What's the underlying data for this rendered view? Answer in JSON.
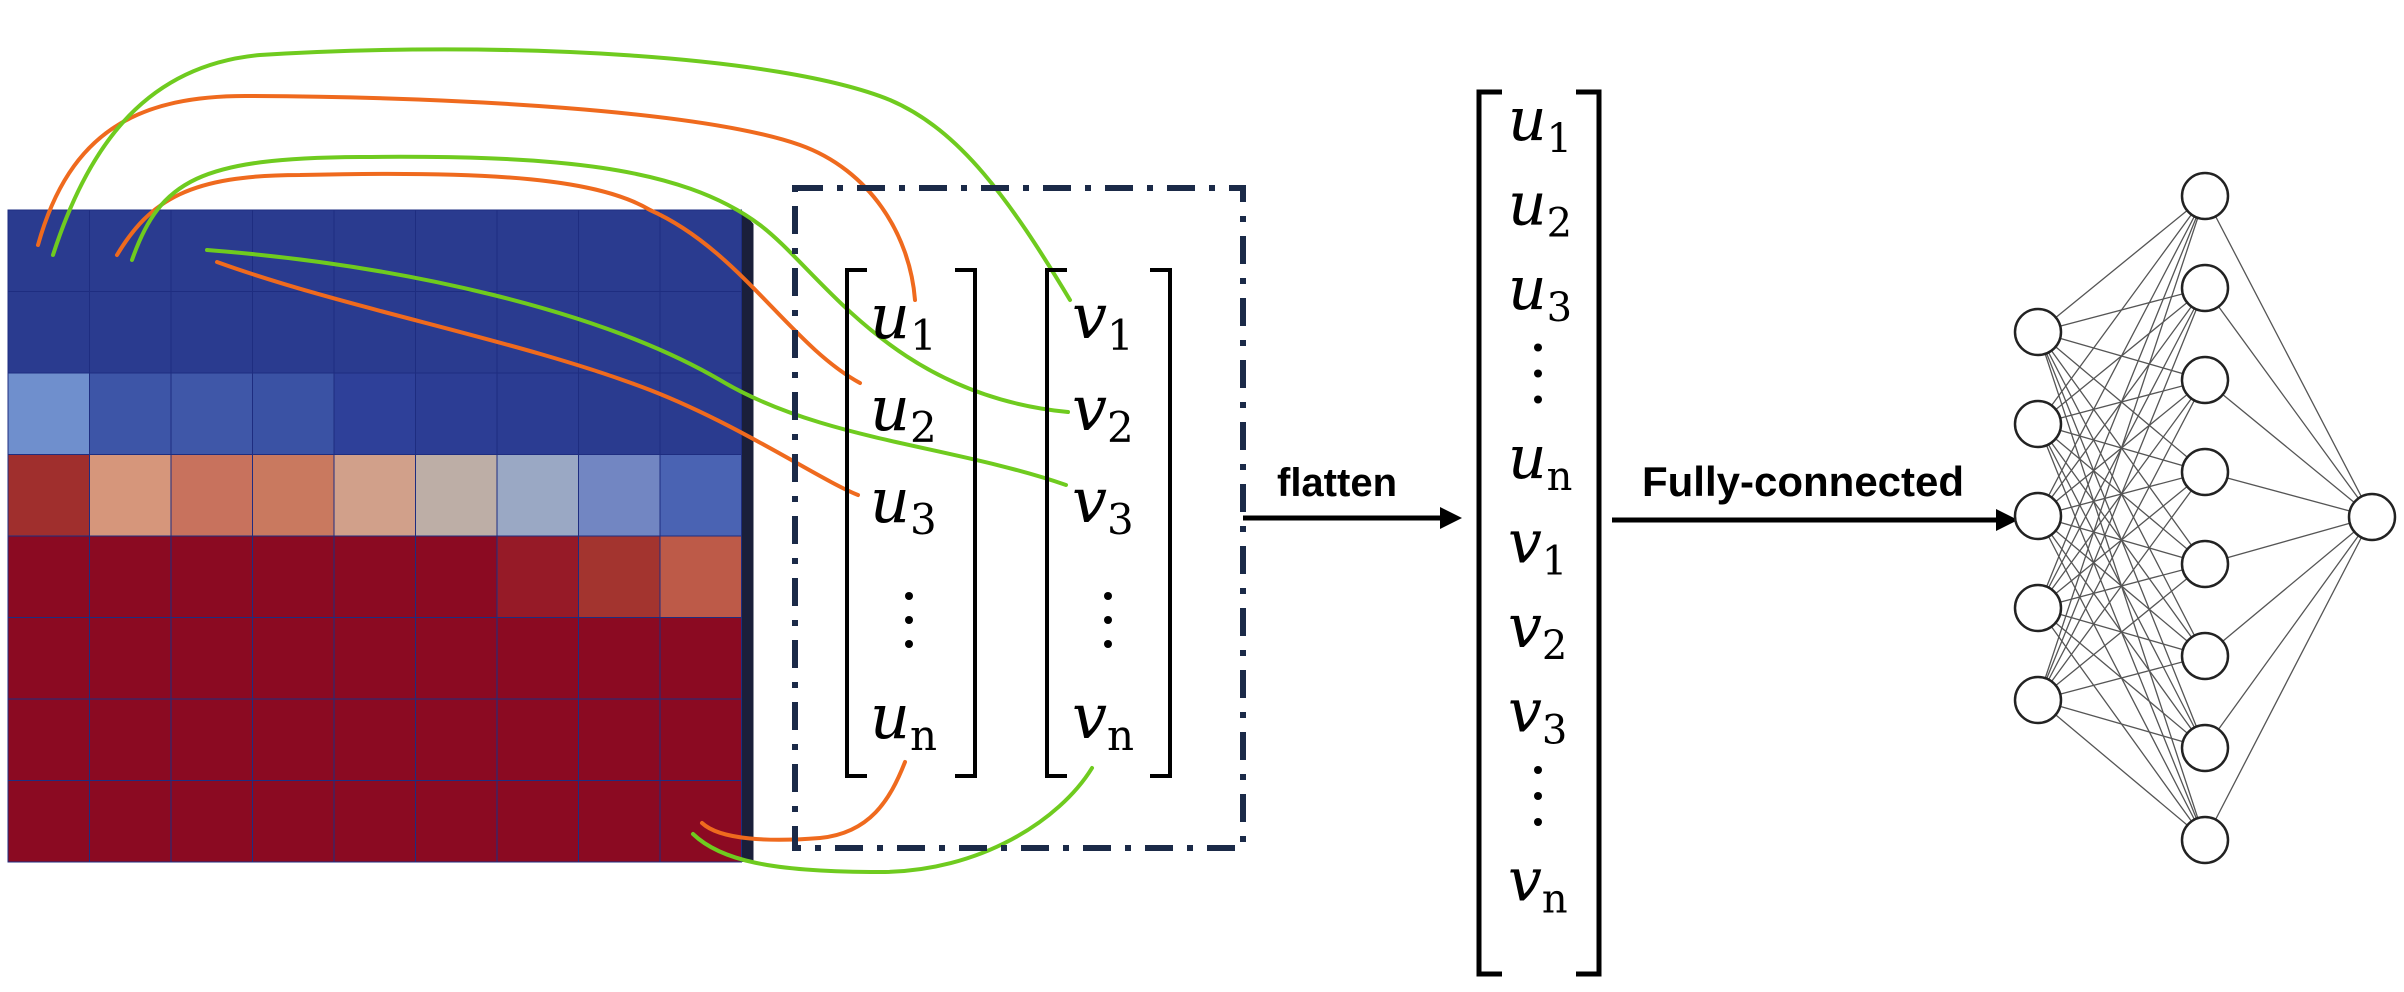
{
  "diagram": {
    "grid": {
      "rows": 8,
      "cols": 9,
      "cell_colors": [
        [
          "#2a3b8f",
          "#2a3b8f",
          "#2a3b8f",
          "#2a3b8f",
          "#2a3b8f",
          "#2a3b8f",
          "#2a3b8f",
          "#2a3b8f",
          "#2a3b8f"
        ],
        [
          "#2a3b8f",
          "#2a3b8f",
          "#2a3b8f",
          "#2a3b8f",
          "#2a3b8f",
          "#2a3b8f",
          "#2a3b8f",
          "#2a3b8f",
          "#2a3b8f"
        ],
        [
          "#6f8fcd",
          "#3d55a7",
          "#3f57a8",
          "#3a52a4",
          "#2e4099",
          "#2c3d94",
          "#2b3c92",
          "#2a3b8f",
          "#2a3b8f"
        ],
        [
          "#a02f2d",
          "#d6967b",
          "#c8725d",
          "#c9795f",
          "#d1a08a",
          "#bdaea6",
          "#9aa8c4",
          "#7286c2",
          "#4a63b3"
        ],
        [
          "#8b0a22",
          "#8b0a22",
          "#8b0a22",
          "#8b0a22",
          "#8b0a22",
          "#8b0a22",
          "#961a27",
          "#a3342f",
          "#bd5a48"
        ],
        [
          "#8b0a22",
          "#8b0a22",
          "#8b0a22",
          "#8b0a22",
          "#8b0a22",
          "#8b0a22",
          "#8b0a22",
          "#8b0a22",
          "#8b0a22"
        ],
        [
          "#8b0a22",
          "#8b0a22",
          "#8b0a22",
          "#8b0a22",
          "#8b0a22",
          "#8b0a22",
          "#8b0a22",
          "#8b0a22",
          "#8b0a22"
        ],
        [
          "#8b0a22",
          "#8b0a22",
          "#8b0a22",
          "#8b0a22",
          "#8b0a22",
          "#8b0a22",
          "#8b0a22",
          "#8b0a22",
          "#8b0a22"
        ]
      ]
    },
    "u_vector": {
      "var": "u",
      "subs": [
        "1",
        "2",
        "3",
        "n"
      ]
    },
    "v_vector": {
      "var": "v",
      "subs": [
        "1",
        "2",
        "3",
        "n"
      ]
    },
    "flat_vector": {
      "entries": [
        {
          "var": "u",
          "sub": "1"
        },
        {
          "var": "u",
          "sub": "2"
        },
        {
          "var": "u",
          "sub": "3"
        },
        {
          "var": "",
          "sub": "",
          "dots": true
        },
        {
          "var": "u",
          "sub": "n"
        },
        {
          "var": "v",
          "sub": "1"
        },
        {
          "var": "v",
          "sub": "2"
        },
        {
          "var": "v",
          "sub": "3"
        },
        {
          "var": "",
          "sub": "",
          "dots": true
        },
        {
          "var": "v",
          "sub": "n"
        }
      ]
    },
    "labels": {
      "flatten": "flatten",
      "fully_connected": "Fully-connected"
    },
    "network": {
      "layers": [
        5,
        8,
        1
      ]
    },
    "colors": {
      "orange_link": "#ef6a1e",
      "green_link": "#6fcb1f",
      "dashed_box": "#1b2a48",
      "grid_line": "#1e2d80",
      "grid_side": "#1a1f3a"
    }
  }
}
